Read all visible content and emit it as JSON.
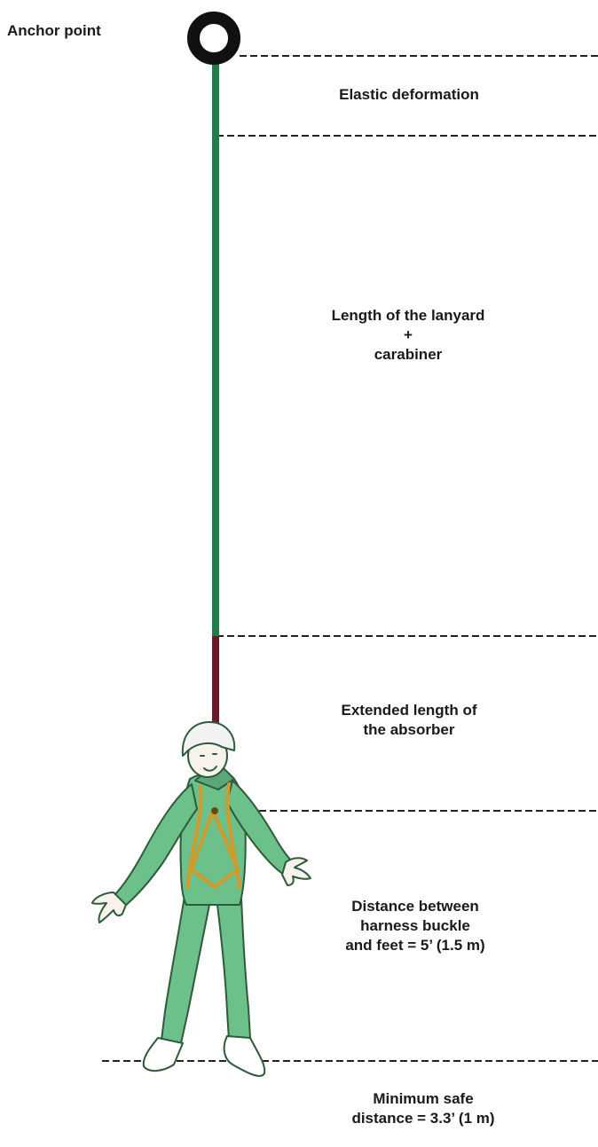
{
  "labels": {
    "anchor_point": "Anchor point",
    "elastic_deformation": "Elastic deformation",
    "lanyard_line1": "Length of the lanyard",
    "lanyard_line2": "+",
    "lanyard_line3": "carabiner",
    "absorber_line1": "Extended length of",
    "absorber_line2": "the absorber",
    "harness_line1": "Distance between",
    "harness_line2": "harness buckle",
    "harness_line3": "and feet = 5’ (1.5 m)",
    "safe_line1": "Minimum safe",
    "safe_line2": "distance = 3.3’ (1 m)"
  },
  "colors": {
    "lanyard": "#1e7d4a",
    "absorber": "#6b1a2a",
    "anchor_ring": "#111111",
    "dashed_line": "#222222",
    "suit": "#6cc08a",
    "suit_outline": "#2f5a3c",
    "harness": "#d19a2a",
    "helmet": "#f2f2f2"
  }
}
